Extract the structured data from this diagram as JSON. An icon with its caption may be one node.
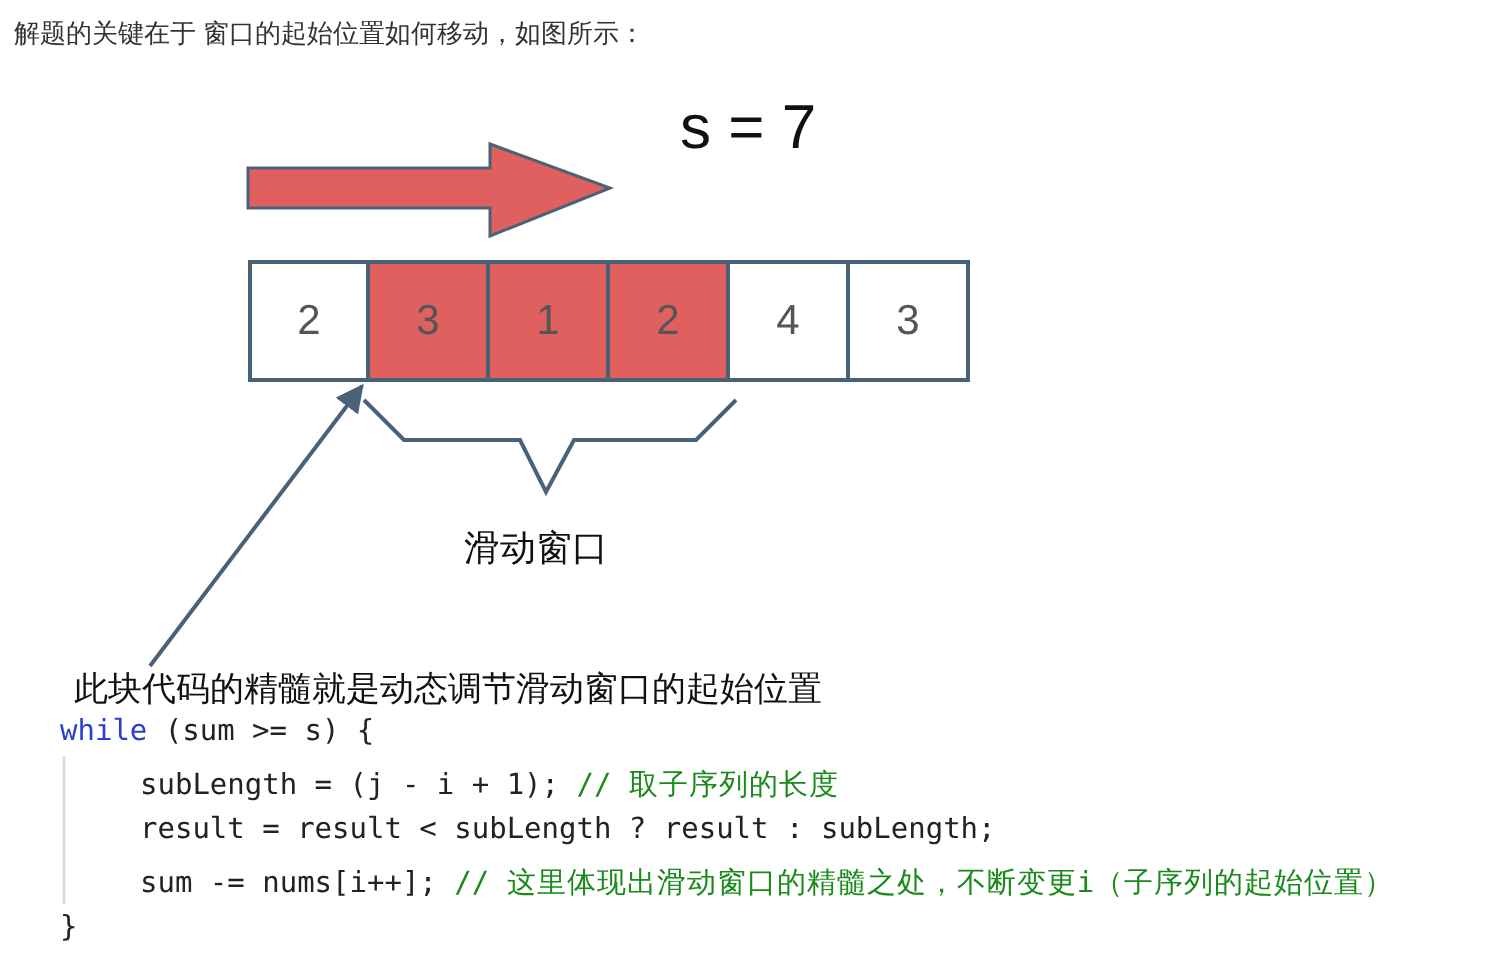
{
  "diagram": {
    "title": "解题的关键在于 窗口的起始位置如何移动，如图所示：",
    "nodes": [
      {
        "text": [
          "2"
        ]
      },
      {
        "text": [
          "3"
        ]
      },
      {
        "text": [
          "1"
        ]
      },
      {
        "text": [
          "2"
        ]
      },
      {
        "text": [
          "4"
        ]
      },
      {
        "text": [
          "3"
        ]
      },
      {
        "text": [
          "此块代码的精髓就是动态调节滑动窗口的起始位置"
        ]
      }
    ],
    "edges": [
      {
        "from": 6,
        "to": 1,
        "arrow": "to"
      }
    ],
    "labels": [
      "s = 7",
      "滑动窗口",
      "while (sum >= s) {",
      "subLength = (j - i + 1); // 取子序列的长度",
      "result = result < subLength ? result : subLength;",
      "sum -= nums[i++]; // 这里体现出滑动窗口的精髓之处，不断变更i（子序列的起始位置）",
      "}"
    ]
  }
}
